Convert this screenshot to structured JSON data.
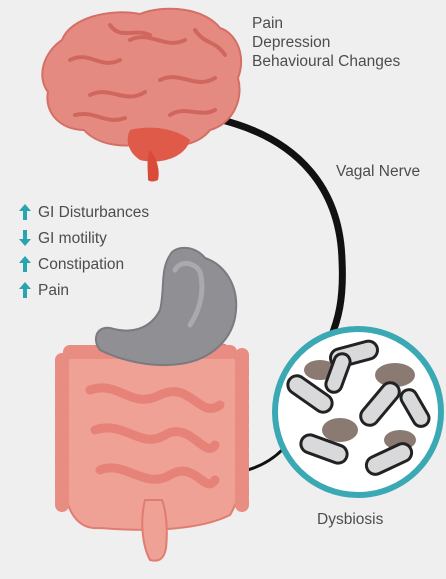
{
  "brain_effects": [
    "Pain",
    "Depression",
    "Behavioural Changes"
  ],
  "vagal_nerve_label": "Vagal Nerve",
  "dysbiosis_label": "Dysbiosis",
  "gi_effects": [
    {
      "label": "GI Disturbances",
      "direction": "up"
    },
    {
      "label": "GI motility",
      "direction": "down"
    },
    {
      "label": "Constipation",
      "direction": "up"
    },
    {
      "label": "Pain",
      "direction": "up"
    }
  ],
  "colors": {
    "background": "#efefef",
    "brain": "#e58a80",
    "cerebellum": "#e05a4a",
    "nerve": "#111111",
    "circle_border": "#3aa9b4",
    "arrow": "#2aa4b0",
    "intestine": "#f0a196",
    "stomach": "#8f8f94"
  }
}
